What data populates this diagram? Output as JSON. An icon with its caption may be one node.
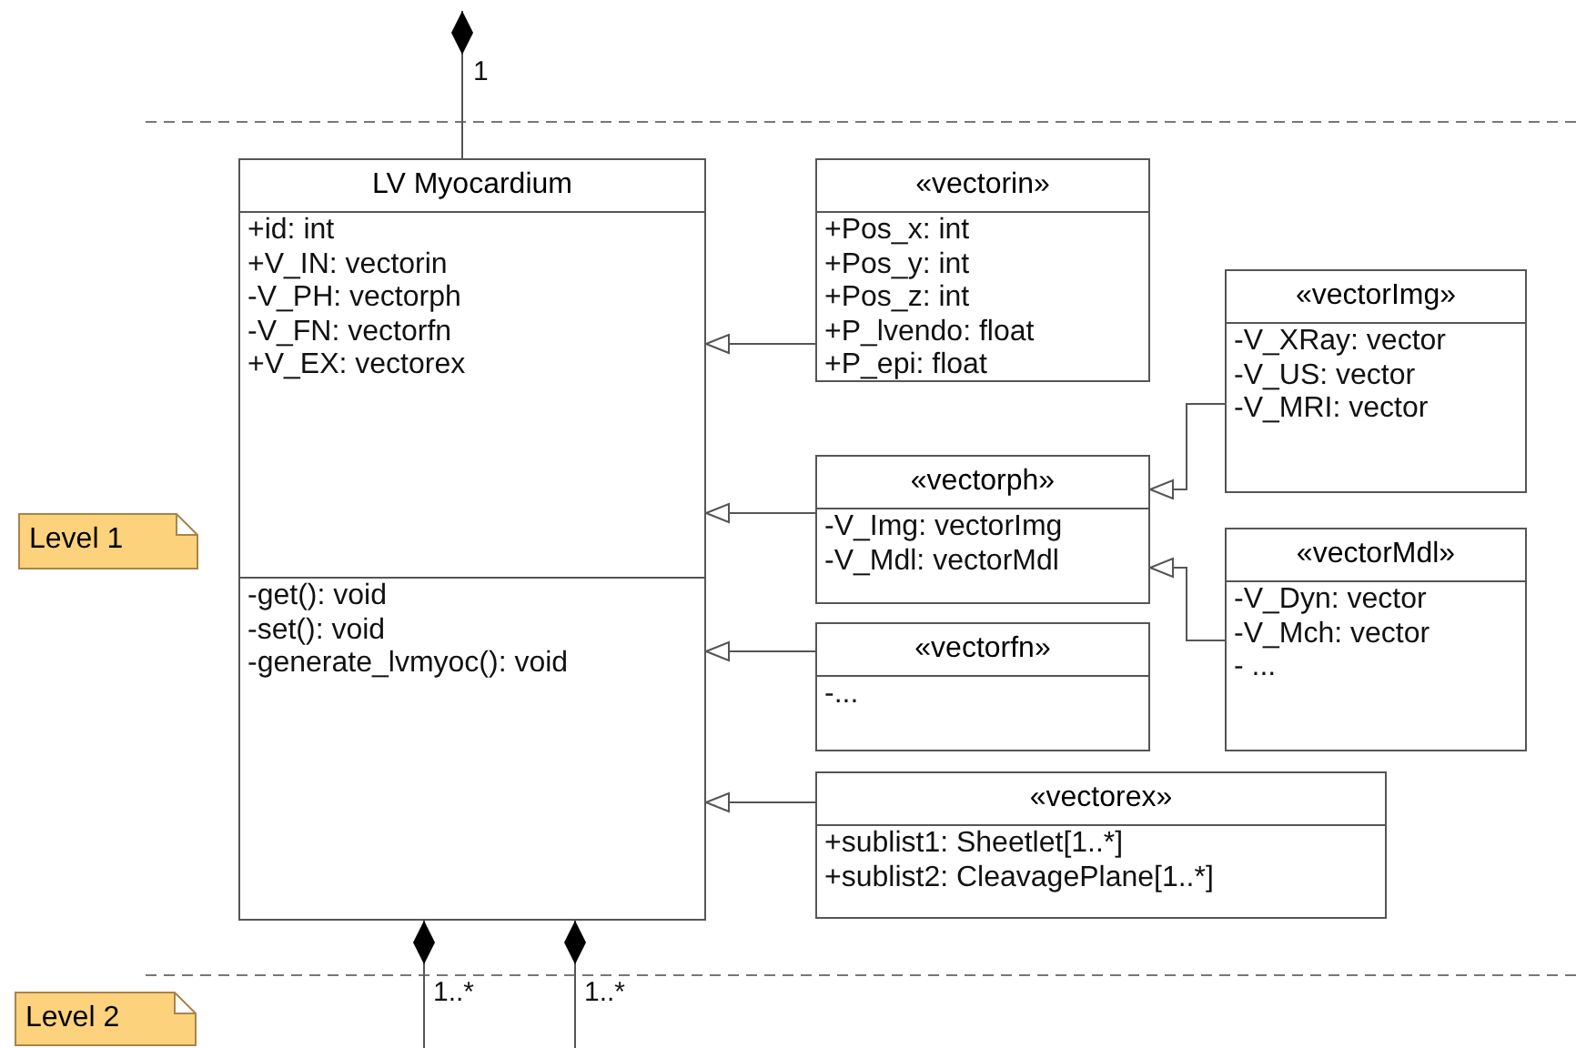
{
  "diagram": {
    "nodes": [
      {
        "text": [
          "LV Myocardium",
          "+id: int",
          "+V_IN: vectorin",
          "-V_PH: vectorph",
          "-V_FN: vectorfn",
          "+V_EX: vectorex",
          "-get(): void",
          "-set(): void",
          "-generate_lvmyoc(): void"
        ]
      },
      {
        "text": [
          "«vectorin»",
          "+Pos_x: int",
          "+Pos_y: int",
          "+Pos_z: int",
          "+P_lvendo: float",
          "+P_epi: float"
        ]
      },
      {
        "text": [
          "«vectorph»",
          "-V_Img: vectorImg",
          "-V_Mdl: vectorMdl"
        ]
      },
      {
        "text": [
          "«vectorfn»",
          "-..."
        ]
      },
      {
        "text": [
          "«vectorex»",
          "+sublist1: Sheetlet[1..*]",
          "+sublist2: CleavagePlane[1..*]"
        ]
      },
      {
        "text": [
          "«vectorImg»",
          "-V_XRay: vector",
          "-V_US: vector",
          "-V_MRI: vector"
        ]
      },
      {
        "text": [
          "«vectorMdl»",
          "-V_Dyn: vector",
          "-V_Mch: vector",
          "- ..."
        ]
      },
      {
        "text": [
          "Level 1"
        ]
      },
      {
        "text": [
          "Level 2"
        ]
      }
    ],
    "edges": [
      {
        "from": 1,
        "to": 0,
        "arrow": "to"
      },
      {
        "from": 2,
        "to": 0,
        "arrow": "to"
      },
      {
        "from": 3,
        "to": 0,
        "arrow": "to"
      },
      {
        "from": 4,
        "to": 0,
        "arrow": "to"
      },
      {
        "from": 5,
        "to": 2,
        "arrow": "to"
      },
      {
        "from": 6,
        "to": 2,
        "arrow": "to"
      },
      {
        "from": null,
        "to": 0,
        "arrow": "other",
        "label": "1"
      },
      {
        "from": 0,
        "to": null,
        "arrow": "other",
        "label": "1..*"
      },
      {
        "from": 0,
        "to": null,
        "arrow": "other",
        "label": "1..*"
      }
    ]
  }
}
